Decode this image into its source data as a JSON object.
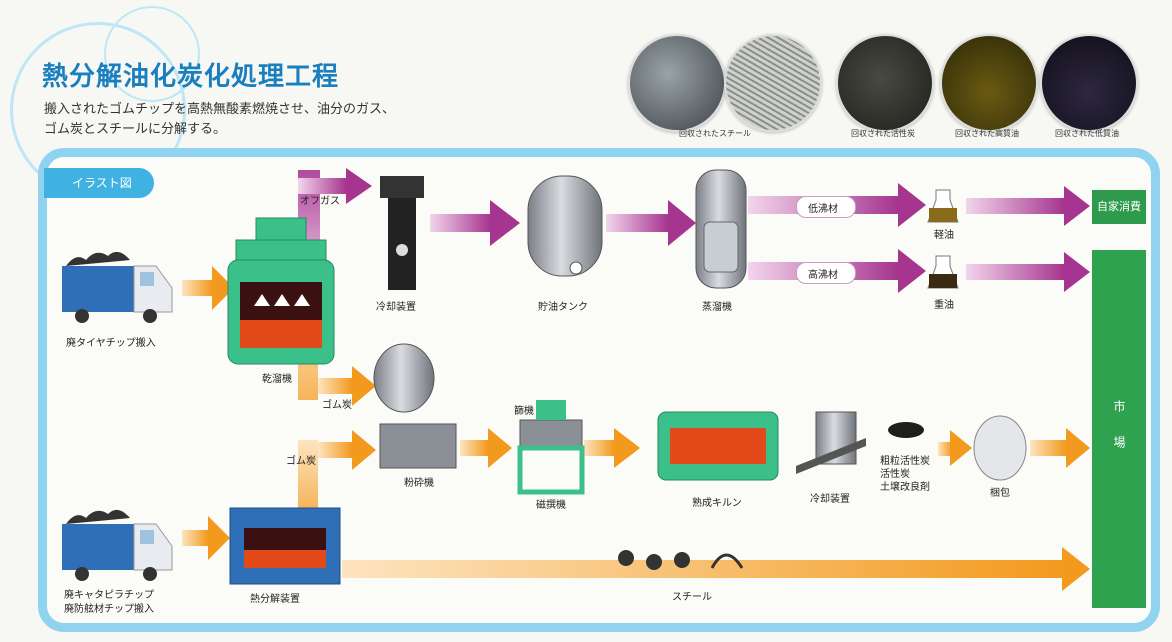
{
  "header": {
    "title": "熱分解油化炭化処理工程",
    "description_line1": "搬入されたゴムチップを高熱無酸素燃焼させ、油分のガス、",
    "description_line2": "ゴム炭とスチールに分解する。"
  },
  "photos": [
    {
      "caption": "回収されたスチール"
    },
    {
      "caption": "回収された活性炭"
    },
    {
      "caption": "回収された高質油"
    },
    {
      "caption": "回収された低質油"
    }
  ],
  "diagram": {
    "tab_label": "イラスト図",
    "labels": {
      "truck1": "廃タイヤチップ搬入",
      "truck2_line1": "廃キャタピラチップ",
      "truck2_line2": "廃防舷材チップ搬入",
      "dryer": "乾溜機",
      "offgas": "オフガス",
      "cooler1": "冷却装置",
      "tank": "貯油タンク",
      "distiller": "蒸溜機",
      "low_boil": "低沸材",
      "high_boil": "高沸材",
      "light_oil": "軽油",
      "heavy_oil": "重油",
      "own_use": "自家消費",
      "market": "市 場",
      "rubber_carbon1": "ゴム炭",
      "rubber_carbon2": "ゴム炭",
      "crusher": "粉砕機",
      "sieve": "篩機",
      "magnet": "磁撰機",
      "kiln": "熟成キルン",
      "cooler2": "冷却装置",
      "products_line1": "粗粒活性炭",
      "products_line2": "活性炭",
      "products_line3": "土壌改良剤",
      "pack": "梱包",
      "pyrolysis": "熱分解装置",
      "steel": "スチール"
    }
  },
  "colors": {
    "title": "#1a7fbf",
    "frame": "#8fd3ef",
    "gas_arrow": "#a6358f",
    "solid_arrow": "#f39a1e",
    "equipment_green": "#3cc08a",
    "market_green": "#2ea24f"
  }
}
